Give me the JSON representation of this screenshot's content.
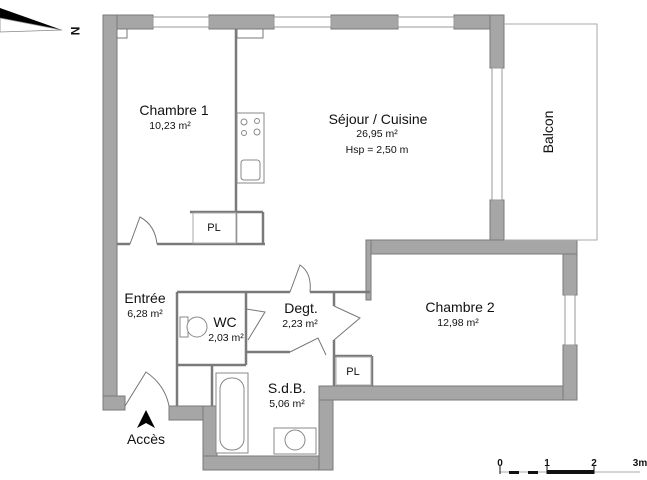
{
  "compass": {
    "label": "N"
  },
  "rooms": [
    {
      "id": "chambre1",
      "name": "Chambre 1",
      "area": "10,23 m²"
    },
    {
      "id": "sejour",
      "name": "Séjour / Cuisine",
      "area": "26,95 m²",
      "extra": "Hsp = 2,50 m"
    },
    {
      "id": "balcon",
      "name": "Balcon"
    },
    {
      "id": "entree",
      "name": "Entrée",
      "area": "6,28 m²"
    },
    {
      "id": "wc",
      "name": "WC",
      "area": "2,03 m²"
    },
    {
      "id": "degt",
      "name": "Degt.",
      "area": "2,23 m²"
    },
    {
      "id": "chambre2",
      "name": "Chambre 2",
      "area": "12,98 m²"
    },
    {
      "id": "sdb",
      "name": "S.d.B.",
      "area": "5,06 m²"
    }
  ],
  "closets": [
    {
      "label": "PL"
    },
    {
      "label": "PL"
    }
  ],
  "access": {
    "label": "Accès"
  },
  "scale": {
    "ticks": [
      "0",
      "1",
      "2",
      "3m"
    ]
  },
  "colors": {
    "wall": "#a6a6a6",
    "wall_stroke": "#7a7a7a",
    "line": "#888888"
  }
}
